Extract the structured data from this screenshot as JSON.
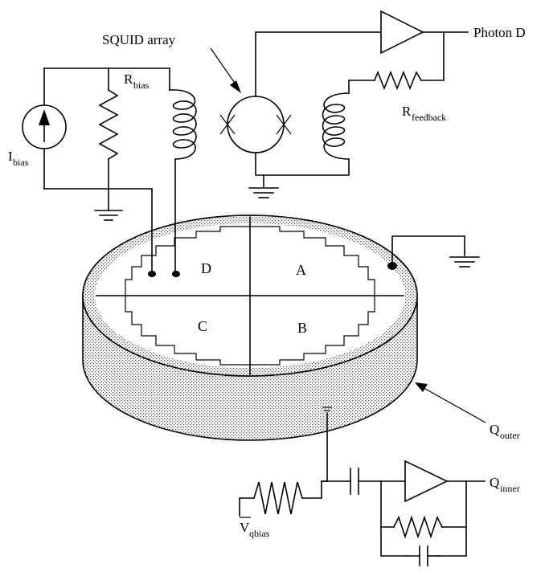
{
  "labels": {
    "squid_array": "SQUID array",
    "photon_d": "Photon D",
    "r_bias_main": "R",
    "r_bias_sub": "bias",
    "r_feedback_main": "R",
    "r_feedback_sub": "feedback",
    "i_bias_main": "I",
    "i_bias_sub": "bias",
    "q_outer_main": "Q",
    "q_outer_sub": "outer",
    "q_inner_main": "Q",
    "q_inner_sub": "inner",
    "v_qbias_main": "V",
    "v_qbias_sub": "qbias"
  },
  "quadrants": {
    "a": "A",
    "b": "B",
    "c": "C",
    "d": "D"
  },
  "colors": {
    "ink": "#000000",
    "stipple": "#bdbdbd",
    "background": "#ffffff"
  }
}
